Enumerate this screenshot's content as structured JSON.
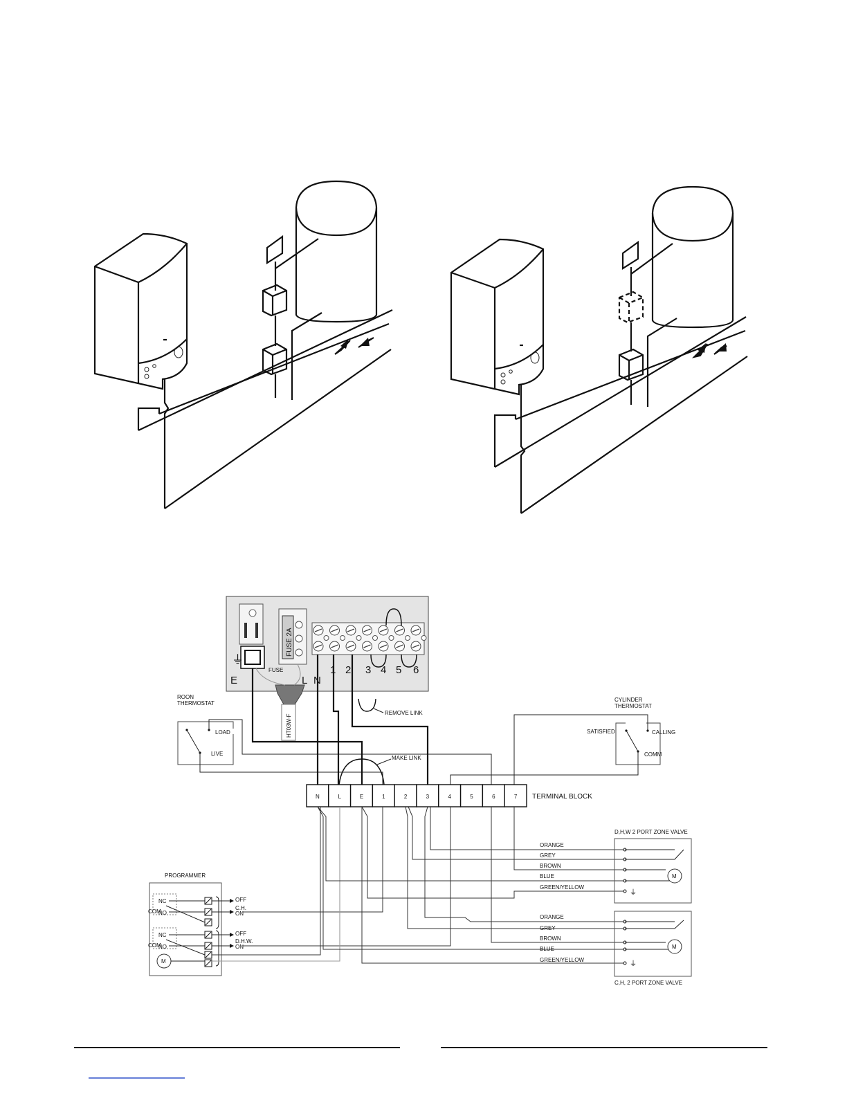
{
  "diagram": {
    "terminal_block": {
      "title": "TERMINAL  BLOCK",
      "terminals": [
        "N",
        "L",
        "E",
        "1",
        "2",
        "3",
        "4",
        "5",
        "6",
        "7"
      ]
    },
    "boiler_panel": {
      "earth_label": "E",
      "fuse_label": "FUSE",
      "fuse_rating": "FUSE 2A",
      "connector_label": "HT03W-F",
      "terminals": [
        "L",
        "N",
        "1",
        "2",
        "3",
        "4",
        "5",
        "6"
      ]
    },
    "labels": {
      "remove_link": "REMOVE LINK",
      "make_link": "MAKE LINK"
    },
    "room_thermostat": {
      "title_line1": "ROON",
      "title_line2": "THERMOSTAT",
      "load": "LOAD",
      "live": "LIVE"
    },
    "cylinder_thermostat": {
      "title_line1": "CYLINDER",
      "title_line2": "THERMOSTAT",
      "satisfied": "SATISFIED",
      "calling": "CALLING",
      "comm": "COMM"
    },
    "programmer": {
      "title": "PROGRAMMER",
      "nc": "NC",
      "no": "NO",
      "com": "COM",
      "off": "OFF",
      "ch_on_line1": "C.H.",
      "ch_on_line2": "ON",
      "dhw_on_line1": "D.H.W.",
      "dhw_on_line2": "ON",
      "motor": "M"
    },
    "dhw_valve": {
      "title": "D,H,W 2 PORT ZONE VALVE",
      "wires": [
        "ORANGE",
        "GREY",
        "BROWN",
        "BLUE",
        "GREEN/YELLOW"
      ],
      "motor": "M"
    },
    "ch_valve": {
      "title": "C,H, 2 PORT ZONE VALVE",
      "wires": [
        "ORANGE",
        "GREY",
        "BROWN",
        "BLUE",
        "GREEN/YELLOW"
      ],
      "motor": "M"
    }
  }
}
